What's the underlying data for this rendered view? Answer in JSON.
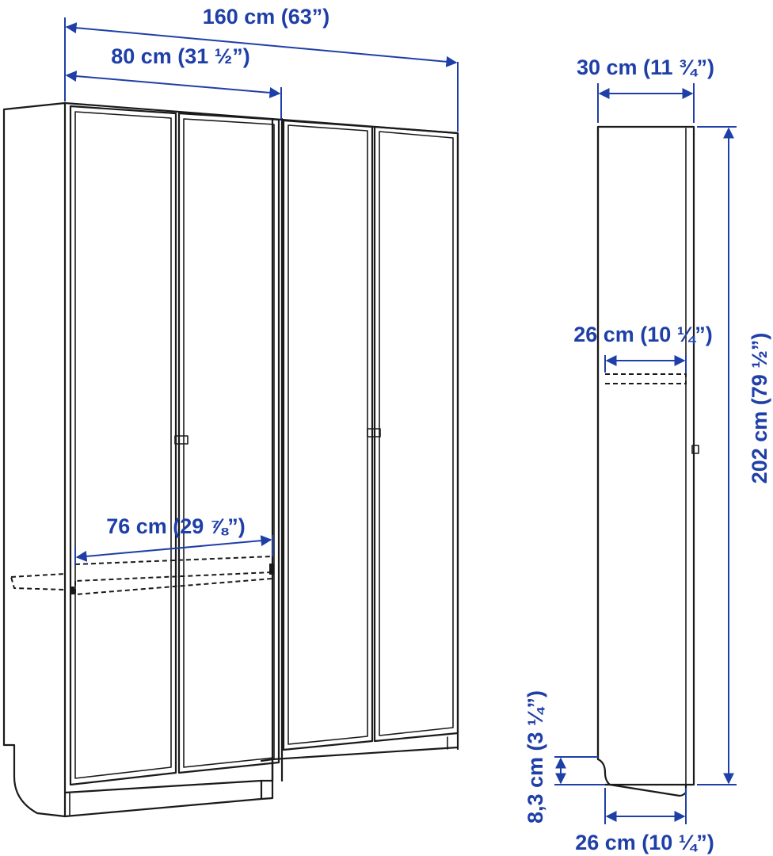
{
  "dimensions": {
    "total_width": "160 cm (63”)",
    "unit_width": "80 cm (31 ½”)",
    "depth": "30 cm (11 ¾”)",
    "shelf_depth": "26 cm (10 ¼”)",
    "height": "202 cm (79 ½”)",
    "shelf_width": "76 cm (29 ⅞”)",
    "plinth_height": "8,3 cm (3 ¼”)",
    "base_depth": "26 cm (10 ¼”)"
  },
  "colors": {
    "dimension": "#1f3fa8",
    "line": "#1a1a1a"
  }
}
